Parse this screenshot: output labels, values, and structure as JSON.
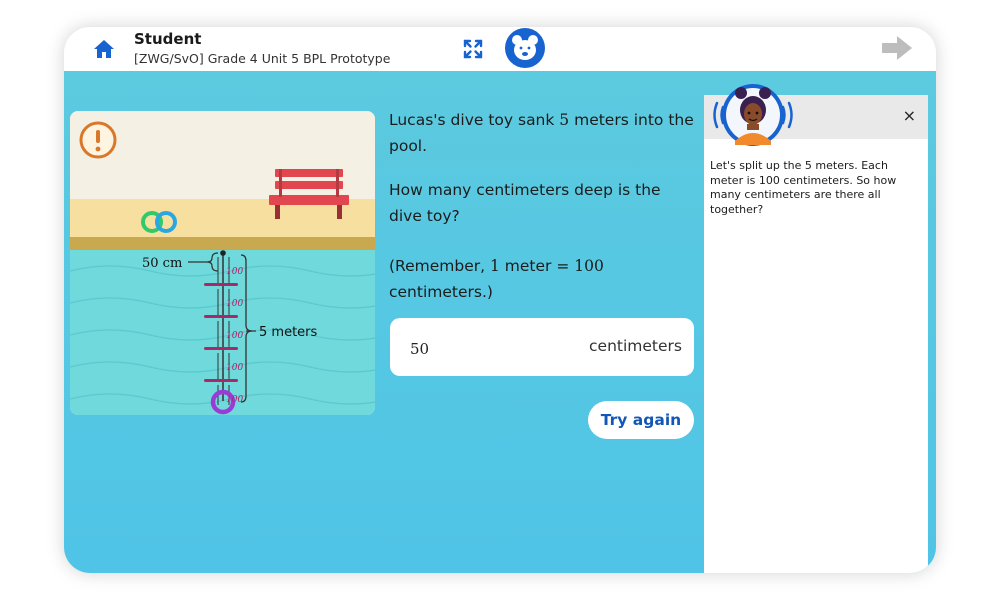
{
  "header": {
    "user_name": "Student",
    "course_title": "[ZWG/SvO] Grade 4 Unit 5 BPL Prototype"
  },
  "scene": {
    "label_50cm": "50 cm",
    "label_5m": "5 meters",
    "tick_labels": [
      "100",
      "100",
      "100",
      "100",
      "100"
    ]
  },
  "question": {
    "line1_pre": "Lucas's dive toy sank ",
    "line1_num": "5",
    "line1_post": " meters into the pool.",
    "line2": "How many centimeters deep is the dive toy?",
    "line3_pre": "(Remember, ",
    "line3_num1": "1",
    "line3_mid": " meter = ",
    "line3_num2": "100",
    "line3_post": " centimeters.)"
  },
  "answer": {
    "value": "50",
    "unit": "centimeters"
  },
  "try_again_label": "Try again",
  "hint_panel": {
    "close_label": "×",
    "text": "Let's split up the 5 meters. Each meter is 100 centimeters. So how many centimeters are there all together?"
  },
  "colors": {
    "accent_blue": "#1763d0",
    "water": "#5ccadf",
    "alert_orange": "#d9772a",
    "bench_red": "#e2464f",
    "measure_purple": "#a8286a"
  }
}
